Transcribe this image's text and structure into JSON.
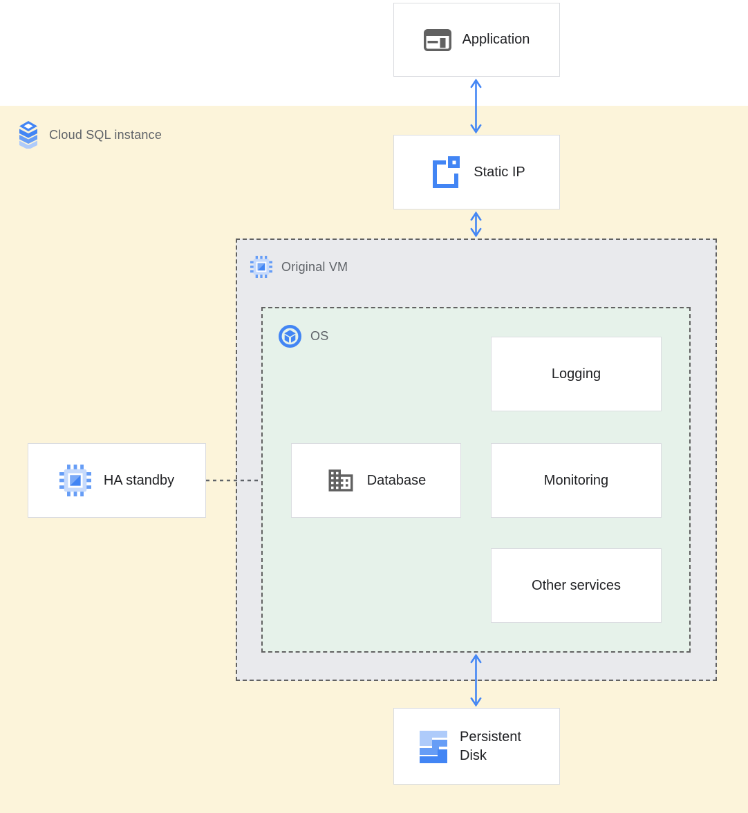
{
  "regions": {
    "cloud_sql": {
      "label": "Cloud SQL instance",
      "icon": "cloud-sql-icon",
      "fill": "#fcf4da"
    },
    "original_vm": {
      "label": "Original VM",
      "icon": "compute-engine-icon",
      "fill": "#e9eaed",
      "border_style": "dashed"
    },
    "os": {
      "label": "OS",
      "icon": "os-icon",
      "fill": "#e6f2ea",
      "border_style": "dashed"
    }
  },
  "nodes": {
    "application": {
      "label": "Application",
      "icon": "application-window-icon"
    },
    "static_ip": {
      "label": "Static IP",
      "icon": "external-ip-icon"
    },
    "ha_standby": {
      "label": "HA standby",
      "icon": "compute-engine-icon"
    },
    "database": {
      "label": "Database",
      "icon": "building-icon"
    },
    "logging": {
      "label": "Logging"
    },
    "monitoring": {
      "label": "Monitoring"
    },
    "other_services": {
      "label": "Other services"
    },
    "persistent_disk": {
      "label": "Persistent Disk",
      "icon": "persistent-disk-icon"
    }
  },
  "connections": [
    {
      "from": "application",
      "to": "static_ip",
      "type": "arrow-bidirectional",
      "color": "#4285f4"
    },
    {
      "from": "static_ip",
      "to": "original_vm",
      "type": "arrow-bidirectional",
      "color": "#4285f4"
    },
    {
      "from": "os",
      "to": "persistent_disk",
      "type": "arrow-bidirectional",
      "color": "#4285f4"
    },
    {
      "from": "ha_standby",
      "to": "os",
      "type": "dashed-line",
      "color": "#5f6368"
    }
  ],
  "colors": {
    "background_top": "#ffffff",
    "cloud_sql_region": "#fcf4da",
    "vm_region": "#e9eaed",
    "os_region": "#e6f2ea",
    "node_background": "#ffffff",
    "node_border": "#dadce0",
    "dashed_border": "#616161",
    "arrow_blue": "#4285f4",
    "icon_gray": "#616161",
    "region_label_gray": "#5f6368",
    "node_label_dark": "#202124",
    "icon_blue_pale": "#c6dafc",
    "icon_blue_light": "#aecbfa",
    "icon_blue_mid": "#669df6",
    "icon_blue_soft": "#7baaf7"
  }
}
